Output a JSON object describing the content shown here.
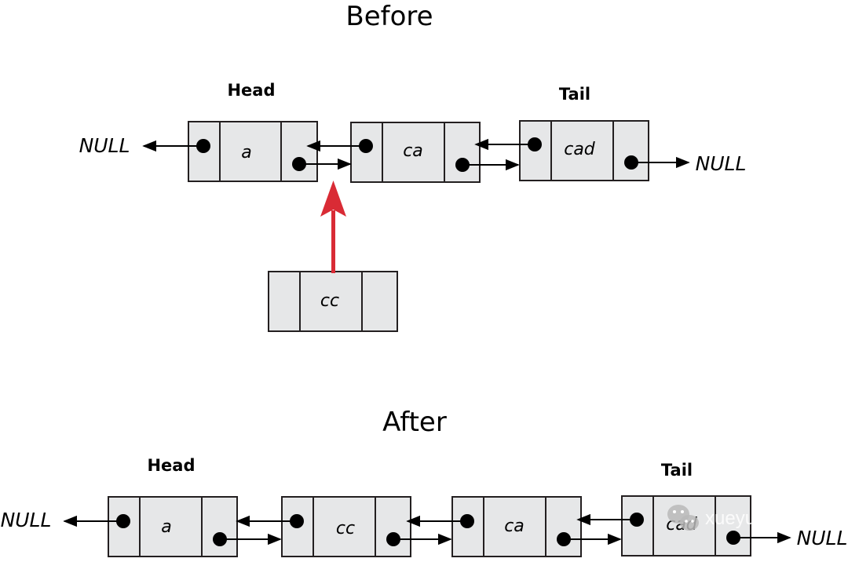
{
  "before": {
    "title": "Before",
    "head_label": "Head",
    "tail_label": "Tail",
    "left_null": "NULL",
    "right_null": "NULL",
    "nodes": [
      "a",
      "ca",
      "cad"
    ],
    "inserted_node": "cc"
  },
  "after": {
    "title": "After",
    "head_label": "Head",
    "tail_label": "Tail",
    "left_null": "NULL",
    "right_null": "NULL",
    "nodes": [
      "a",
      "cc",
      "ca",
      "cad"
    ]
  },
  "watermark": {
    "text": "xueyuanjun"
  },
  "colors": {
    "node_fill": "#e6e7e8",
    "insert_arrow": "#d92b35",
    "watermark_badge": "#b8b8b8"
  }
}
